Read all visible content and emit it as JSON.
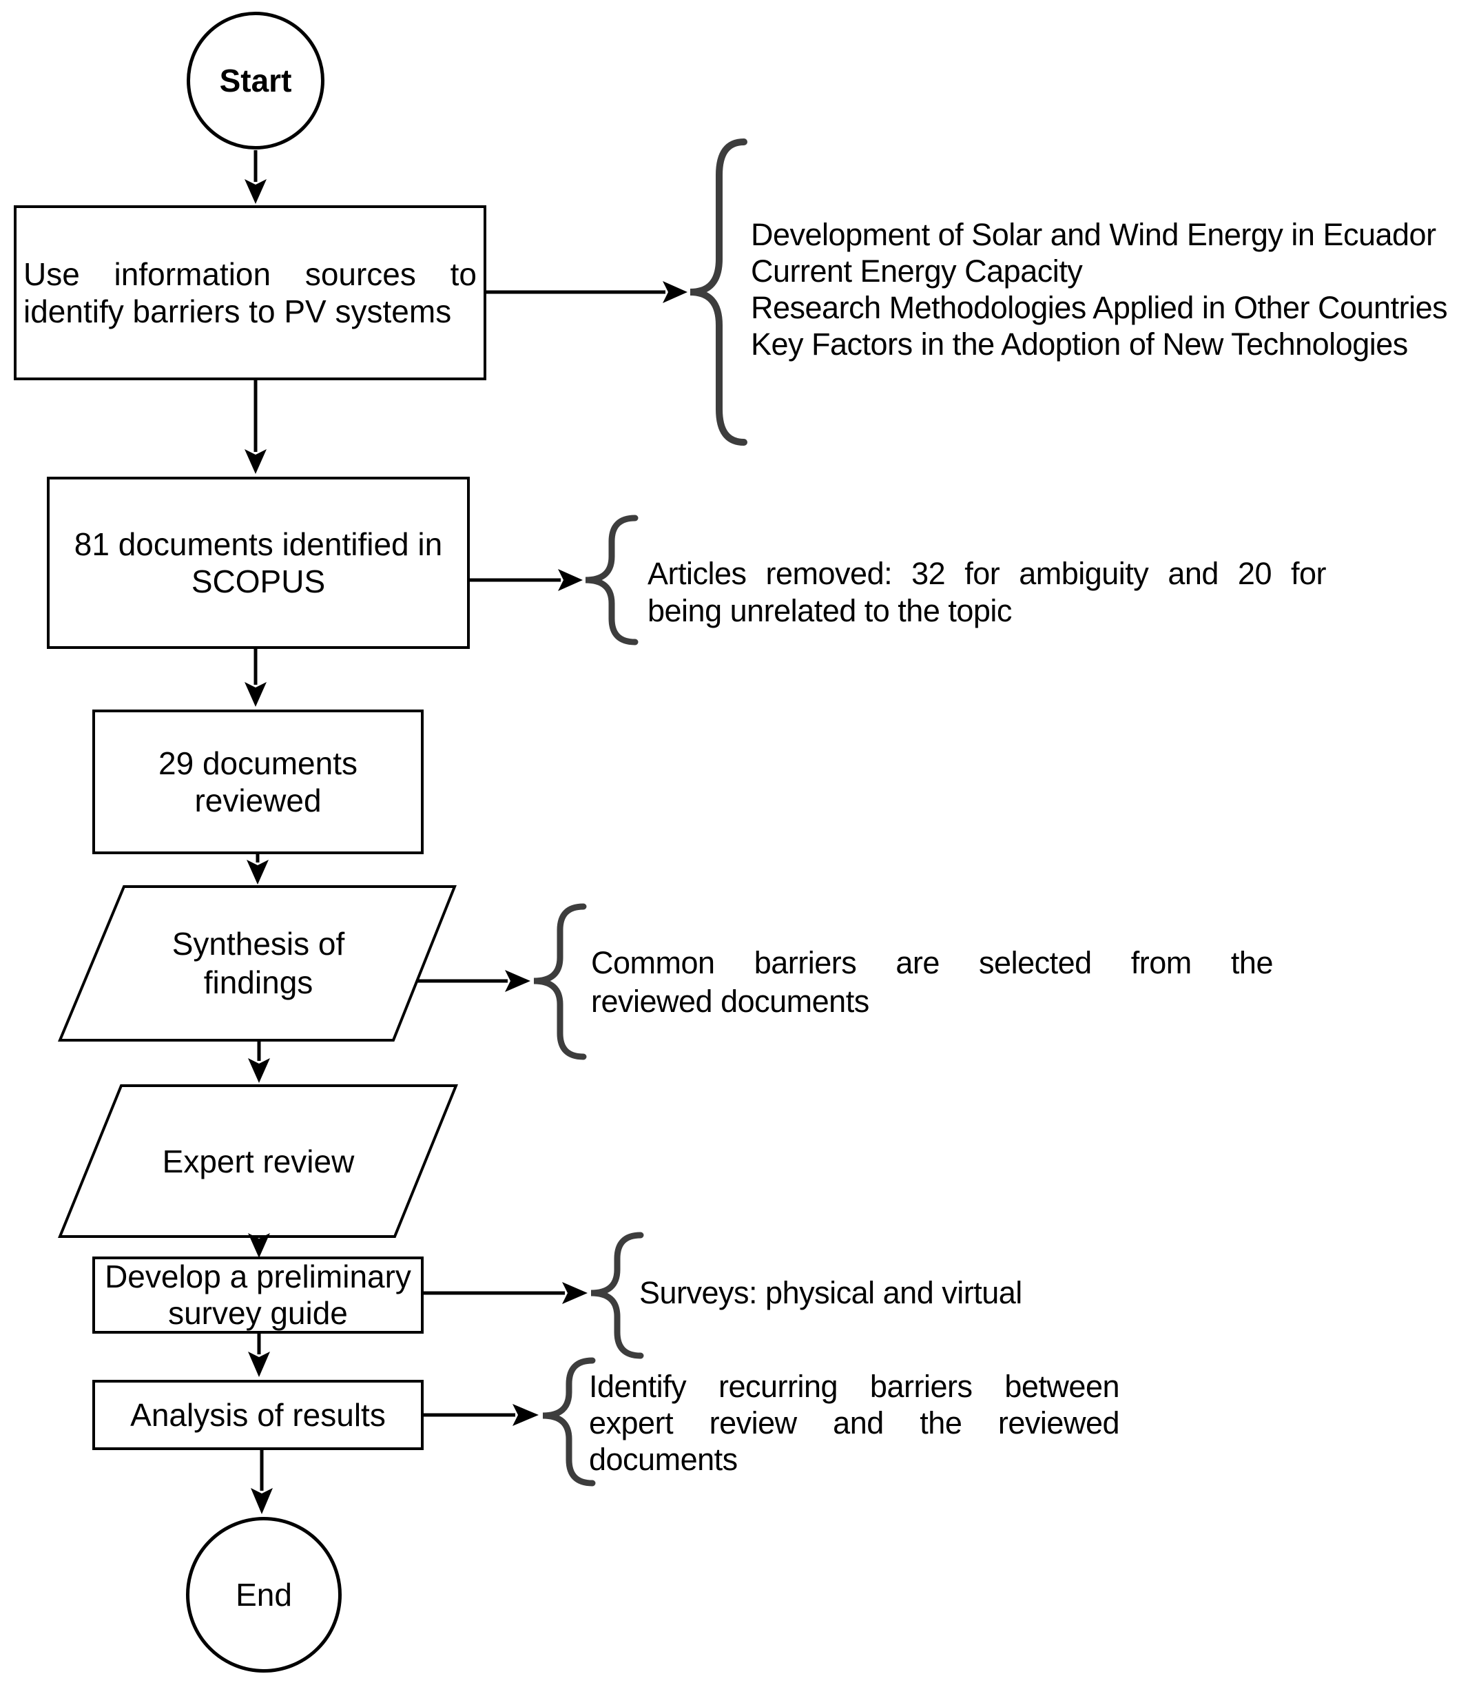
{
  "diagram": {
    "nodes": {
      "start": {
        "label": "Start"
      },
      "use_sources": {
        "line1": "Use information sources to",
        "line2": "identify barriers to PV systems"
      },
      "scopus": {
        "line1": "81 documents identified in",
        "line2": "SCOPUS"
      },
      "reviewed": {
        "line1": "29 documents",
        "line2": "reviewed"
      },
      "synthesis": {
        "line1": "Synthesis of",
        "line2": "findings"
      },
      "expert_review": {
        "line1": "Expert review"
      },
      "survey_guide": {
        "line1": "Develop a preliminary",
        "line2": "survey guide"
      },
      "analysis": {
        "line1": "Analysis of results"
      },
      "end": {
        "label": "End"
      }
    },
    "annotations": {
      "sources": {
        "line1": "Development of Solar and Wind Energy in Ecuador",
        "line2": "Current Energy Capacity",
        "line3": "Research Methodologies Applied in Other Countries",
        "line4": "Key Factors in the Adoption of New Technologies"
      },
      "removed": {
        "line1": "Articles removed: 32 for ambiguity and 20 for",
        "line2": "being unrelated to the topic"
      },
      "common": {
        "line1": "Common barriers are selected from the",
        "line2": "reviewed documents"
      },
      "surveys": {
        "line1": "Surveys: physical and virtual"
      },
      "identify": {
        "line1": "Identify recurring barriers between",
        "line2": "expert review and the reviewed",
        "line3": "documents"
      }
    },
    "colors": {
      "line": "#000000",
      "brace": "#3d3d3d",
      "background": "#ffffff",
      "text": "#000000"
    }
  }
}
